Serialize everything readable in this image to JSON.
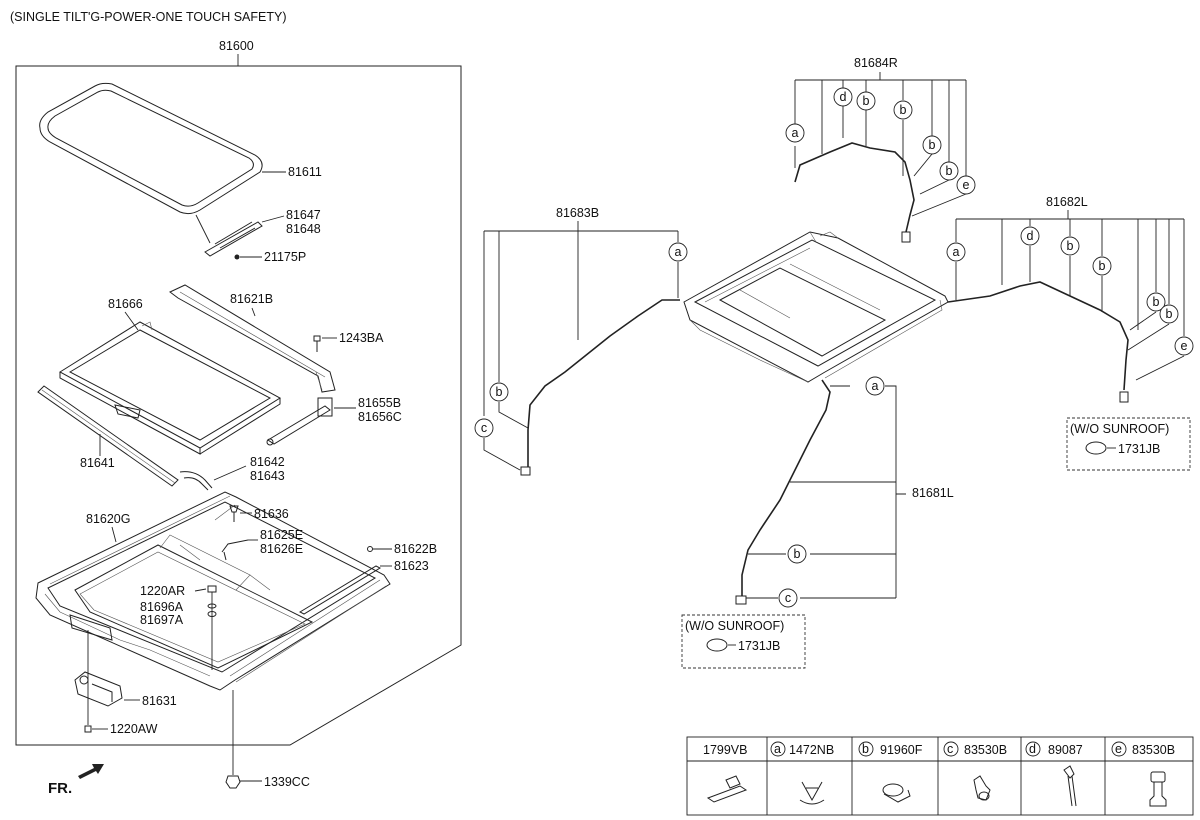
{
  "header_note": "(SINGLE TILT'G-POWER-ONE TOUCH SAFETY)",
  "assembly": {
    "main": "81600",
    "labels": {
      "p81611": "81611",
      "p81647": "81647",
      "p81648": "81648",
      "p21175p": "21175P",
      "p81666": "81666",
      "p81621b": "81621B",
      "p1243ba": "1243BA",
      "p81655b": "81655B",
      "p81656c": "81656C",
      "p81641": "81641",
      "p81642": "81642",
      "p81643": "81643",
      "p81620g": "81620G",
      "p81636": "81636",
      "p81625e": "81625E",
      "p81626e": "81626E",
      "p81622b": "81622B",
      "p81623": "81623",
      "p1220ar": "1220AR",
      "p81696a": "81696A",
      "p81697a": "81697A",
      "p81631": "81631",
      "p1220aw": "1220AW",
      "p1339cc": "1339CC"
    }
  },
  "fr_label": "FR.",
  "hoses": {
    "p81684r": "81684R",
    "p81683b": "81683B",
    "p81682l": "81682L",
    "p81681l": "81681L"
  },
  "callouts": {
    "a": "a",
    "b": "b",
    "c": "c",
    "d": "d",
    "e": "e"
  },
  "wo_sunroof": {
    "title": "(W/O SUNROOF)",
    "part": "1731JB"
  },
  "legend": {
    "cells": [
      {
        "letter": "",
        "part": "1799VB",
        "icon": "hose-clip-icon"
      },
      {
        "letter": "a",
        "part": "1472NB",
        "icon": "spring-clip-icon"
      },
      {
        "letter": "b",
        "part": "91960F",
        "icon": "band-clip-icon"
      },
      {
        "letter": "c",
        "part": "83530B",
        "icon": "drain-elbow-icon"
      },
      {
        "letter": "d",
        "part": "89087",
        "icon": "tie-strap-icon"
      },
      {
        "letter": "e",
        "part": "83530B",
        "icon": "drain-valve-icon"
      }
    ]
  }
}
